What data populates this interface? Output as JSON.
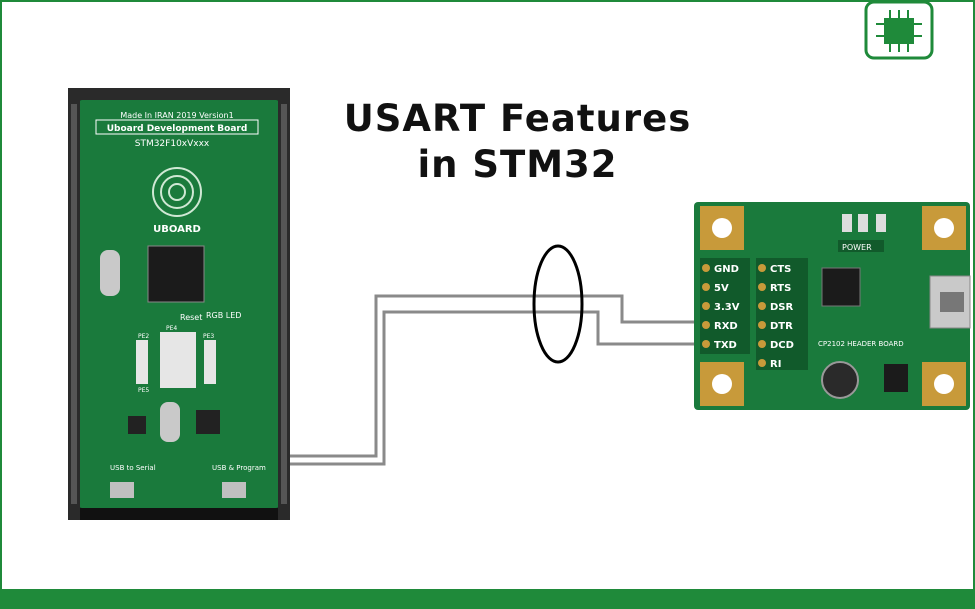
{
  "title": {
    "line1": "USART Features",
    "line2": "in STM32"
  },
  "stm32_board": {
    "made_in": "Made In IRAN 2019 Version1",
    "name": "Uboard Development Board",
    "model": "STM32F10xVxxx",
    "brand": "UBOARD",
    "reset_label": "Reset",
    "rgb_label": "RGB LED",
    "pin_labels": [
      "PE2",
      "PE3",
      "PE5",
      "PE4"
    ],
    "usb_serial_label": "USB to Serial",
    "usb_program_label": "USB & Program"
  },
  "usb_serial_board": {
    "left_pins": [
      "GND",
      "5V",
      "3.3V",
      "RXD",
      "TXD"
    ],
    "right_pins": [
      "CTS",
      "RTS",
      "DSR",
      "DTR",
      "DCD",
      "RI"
    ],
    "power_label": "POWER",
    "board_label": "CP2102 HEADER BOARD"
  },
  "colors": {
    "brand_green": "#1f8a3a",
    "pcb_green": "#1a7a3c",
    "wire_gray": "#8a8a8a"
  }
}
